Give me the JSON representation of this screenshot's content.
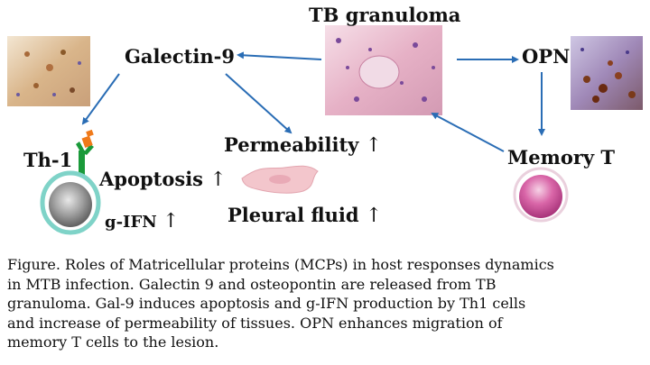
{
  "labels": {
    "tb_granuloma": "TB granuloma",
    "galectin9": "Galectin-9",
    "opn": "OPN",
    "th1": "Th-1",
    "apoptosis": "Apoptosis",
    "gifn": "g-IFN",
    "permeability": "Permeability",
    "pleural_fluid": "Pleural fluid",
    "memory_t": "Memory T",
    "increase_arrow": "↑"
  },
  "caption": {
    "lines": [
      "Figure. Roles of Matricellular proteins (MCPs) in host responses dynamics",
      "in MTB infection. Galectin 9 and osteopontin are released from TB",
      "granuloma.  Gal-9 induces apoptosis and g-IFN production by  Th1 cells",
      "and increase of permeability of tissues. OPN enhances migration of",
      "memory T cells to the lesion."
    ]
  },
  "colors": {
    "arrow": "#2a6db5",
    "th1_cell_ring": "#7fd3c8",
    "th1_cell_body": "#a8a8a8",
    "receptor": "#1a9a3a",
    "ligand": "#f07a1a",
    "memory_cell": "#d966a8",
    "endothelial_cell": "#f3c6cc"
  },
  "icons": [
    "galectin-histology-image",
    "granuloma-histology-image",
    "opn-histology-image",
    "th1-cell-icon",
    "memory-t-cell-icon",
    "endothelial-cell-icon"
  ]
}
